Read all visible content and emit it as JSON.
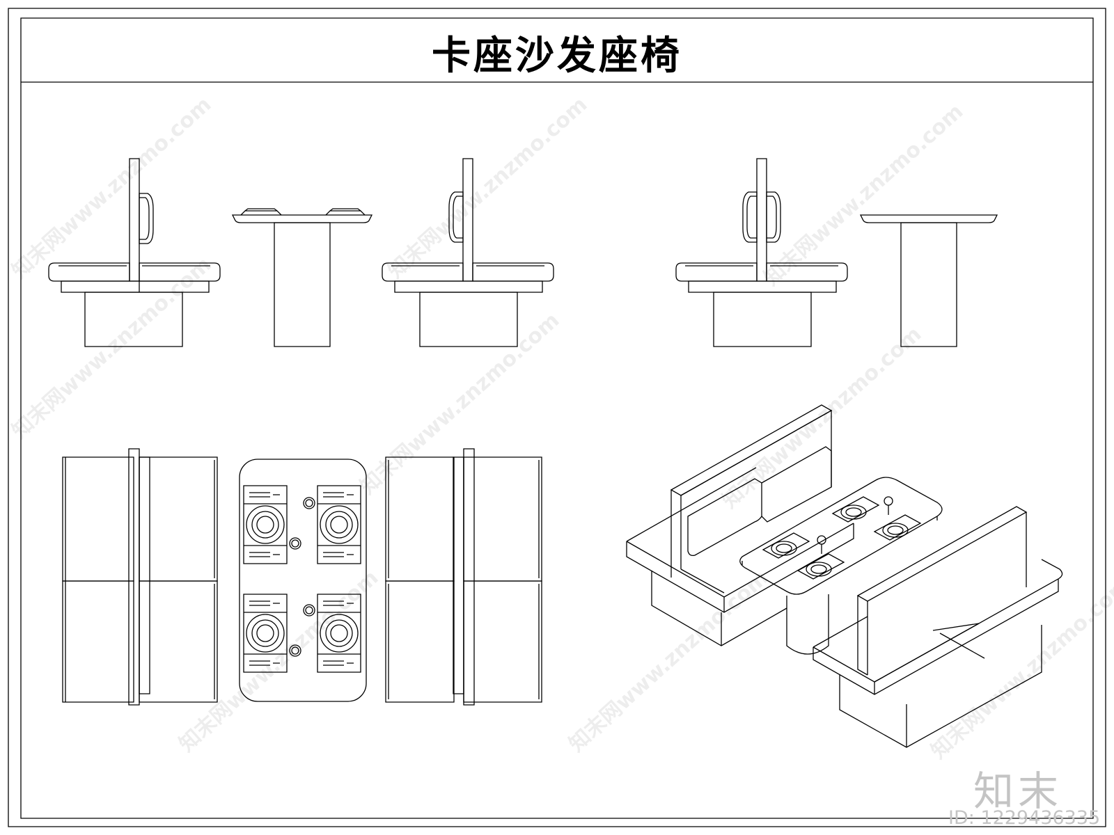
{
  "title": "卡座沙发座椅",
  "watermark": "知末网www.znzmo.com",
  "brand": "知末",
  "id_label": "ID: 1229436335",
  "colors": {
    "line": "#000000",
    "background": "#ffffff",
    "watermark": "#c4c4c4"
  }
}
